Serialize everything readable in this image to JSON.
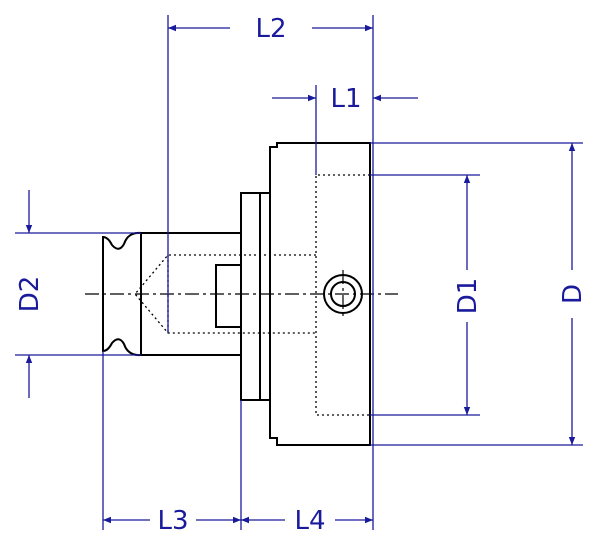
{
  "colors": {
    "part": "#000000",
    "dimension": "#1a1a9c",
    "background": "#ffffff"
  },
  "labels": {
    "L1": "L1",
    "L2": "L2",
    "L3": "L3",
    "L4": "L4",
    "D": "D",
    "D1": "D1",
    "D2": "D2"
  }
}
